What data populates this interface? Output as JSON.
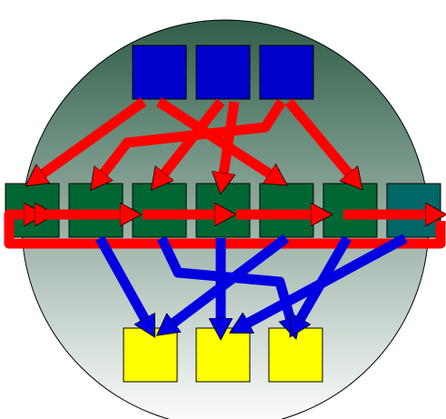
{
  "diagram": {
    "type": "flow-network",
    "colors": {
      "background_top": "#2f5f48",
      "background_bottom": "#ffffff",
      "input_node": "#0000cc",
      "middle_node": "#006633",
      "middle_node_last": "#006666",
      "output_node": "#ffff00",
      "red_arrow": "#ff0000",
      "blue_arrow": "#0000e0",
      "outline": "#000000"
    },
    "layers": [
      {
        "name": "input",
        "count": 3
      },
      {
        "name": "middle",
        "count": 7
      },
      {
        "name": "output",
        "count": 3
      }
    ]
  }
}
